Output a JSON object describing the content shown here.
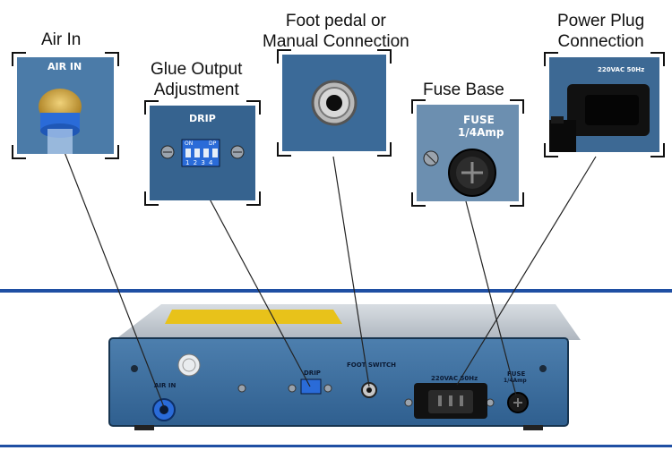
{
  "callouts": {
    "air_in": "Air In",
    "glue_output_line1": "Glue Output",
    "glue_output_line2": "Adjustment",
    "foot_pedal_line1": "Foot pedal or",
    "foot_pedal_line2": "Manual Connection",
    "fuse_base": "Fuse Base",
    "power_plug_line1": "Power Plug",
    "power_plug_line2": "Connection"
  },
  "inset_text": {
    "air_in": "AIR IN",
    "drip": "DRIP",
    "dip_on": "ON",
    "dip_dp": "DP",
    "dip_numbers": "1 2 3 4",
    "fuse_line1": "FUSE",
    "fuse_line2": "1/4Amp",
    "voltage": "220VAC 50Hz"
  },
  "device_text": {
    "air_in": "AIR IN",
    "drip": "DRIP",
    "foot_switch": "FOOT SWITCH",
    "voltage": "220VAC 50Hz",
    "fuse_line1": "FUSE",
    "fuse_line2": "1/4Amp"
  },
  "colors": {
    "rule_blue": "#1f4fa3",
    "device_panel": "#3a6a9a",
    "yellow_label": "#e8c21a",
    "fitting_blue": "#2a6bd8"
  }
}
